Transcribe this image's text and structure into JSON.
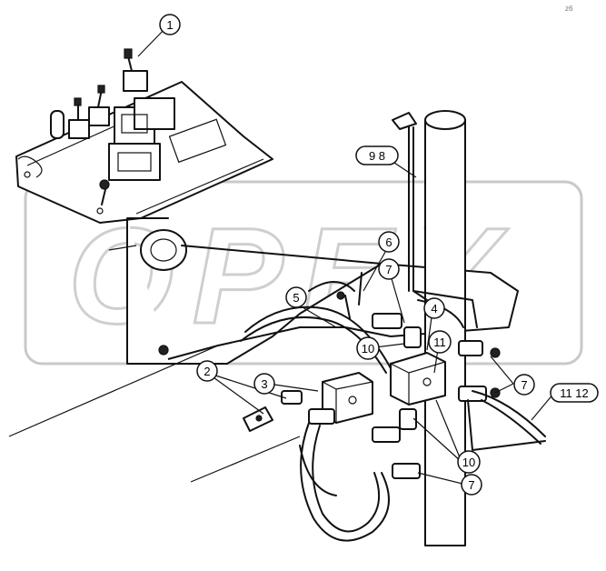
{
  "diagram": {
    "watermark_text": "OPEX",
    "corner_mark": "z6",
    "callouts": [
      {
        "id": "c1",
        "label": "1"
      },
      {
        "id": "c2",
        "label": "2"
      },
      {
        "id": "c3",
        "label": "3"
      },
      {
        "id": "c4",
        "label": "4"
      },
      {
        "id": "c5",
        "label": "5"
      },
      {
        "id": "c6",
        "label": "6"
      },
      {
        "id": "c7a",
        "label": "7"
      },
      {
        "id": "c7b",
        "label": "7"
      },
      {
        "id": "c7c",
        "label": "7"
      },
      {
        "id": "c98",
        "label": "9 8"
      },
      {
        "id": "c10a",
        "label": "10"
      },
      {
        "id": "c10b",
        "label": "10"
      },
      {
        "id": "c11a",
        "label": "11"
      },
      {
        "id": "c1112",
        "label": "11 12"
      }
    ]
  }
}
